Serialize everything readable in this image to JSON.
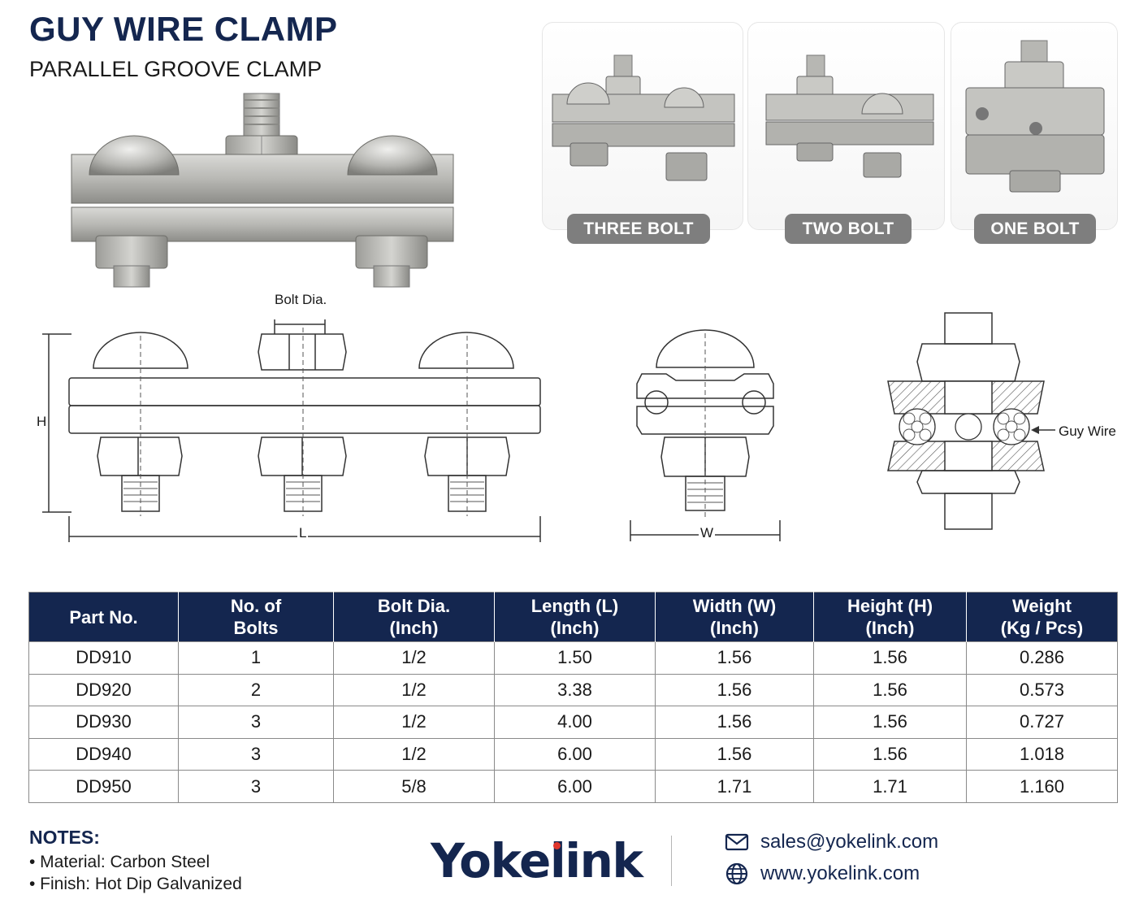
{
  "header": {
    "title": "GUY WIRE CLAMP",
    "subtitle": "PARALLEL GROOVE CLAMP"
  },
  "variants": [
    {
      "label": "THREE BOLT"
    },
    {
      "label": "TWO BOLT"
    },
    {
      "label": "ONE BOLT"
    }
  ],
  "drawing": {
    "bolt_dia_label": "Bolt Dia.",
    "height_label": "H",
    "length_label": "L",
    "width_label": "W",
    "guy_wire_label": "Guy Wire"
  },
  "table": {
    "headers": [
      [
        "Part No.",
        ""
      ],
      [
        "No. of",
        "Bolts"
      ],
      [
        "Bolt Dia.",
        "(Inch)"
      ],
      [
        "Length (L)",
        "(Inch)"
      ],
      [
        "Width (W)",
        "(Inch)"
      ],
      [
        "Height (H)",
        "(Inch)"
      ],
      [
        "Weight",
        "(Kg / Pcs)"
      ]
    ],
    "rows": [
      [
        "DD910",
        "1",
        "1/2",
        "1.50",
        "1.56",
        "1.56",
        "0.286"
      ],
      [
        "DD920",
        "2",
        "1/2",
        "3.38",
        "1.56",
        "1.56",
        "0.573"
      ],
      [
        "DD930",
        "3",
        "1/2",
        "4.00",
        "1.56",
        "1.56",
        "0.727"
      ],
      [
        "DD940",
        "3",
        "1/2",
        "6.00",
        "1.56",
        "1.56",
        "1.018"
      ],
      [
        "DD950",
        "3",
        "5/8",
        "6.00",
        "1.71",
        "1.71",
        "1.160"
      ]
    ]
  },
  "notes": {
    "title": "NOTES:",
    "items": [
      "• Material: Carbon Steel",
      "• Finish: Hot Dip Galvanized"
    ]
  },
  "brand": {
    "logo": "Yokelink",
    "accent_color": "#e0362c",
    "primary_color": "#14264f"
  },
  "contact": {
    "email": "sales@yokelink.com",
    "email_icon": "envelope-icon",
    "website": "www.yokelink.com",
    "website_icon": "globe-icon"
  }
}
